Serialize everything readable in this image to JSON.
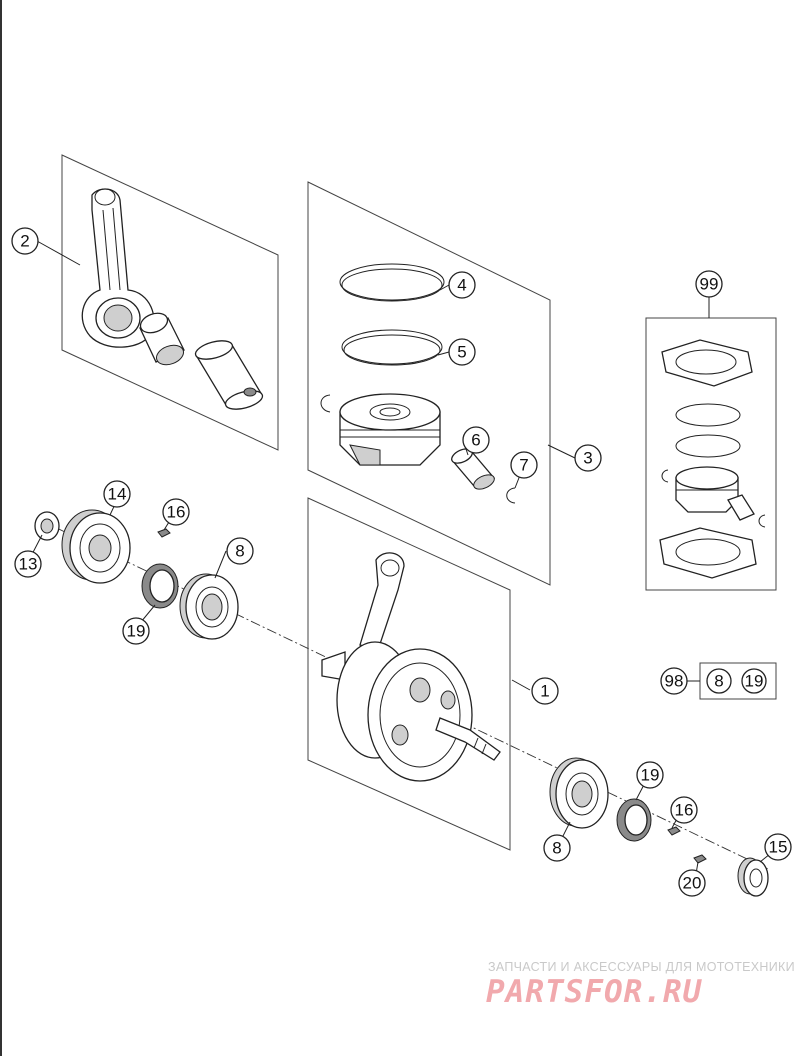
{
  "callouts": {
    "c1": "1",
    "c2": "2",
    "c3": "3",
    "c4": "4",
    "c5": "5",
    "c6": "6",
    "c7": "7",
    "c8a": "8",
    "c8b": "8",
    "c8c": "8",
    "c13": "13",
    "c14": "14",
    "c15": "15",
    "c16a": "16",
    "c16b": "16",
    "c19a": "19",
    "c19b": "19",
    "c19c": "19",
    "c20": "20",
    "c98": "98",
    "c99": "99"
  },
  "watermark": {
    "caption": "ЗАПЧАСТИ И АКСЕССУАРЫ ДЛЯ МОТОТЕХНИКИ",
    "logo": "PARTSFOR.RU"
  },
  "colors": {
    "line": "#222222",
    "watermark_logo": "#f1a9ad",
    "watermark_caption": "#c9c9c9"
  }
}
